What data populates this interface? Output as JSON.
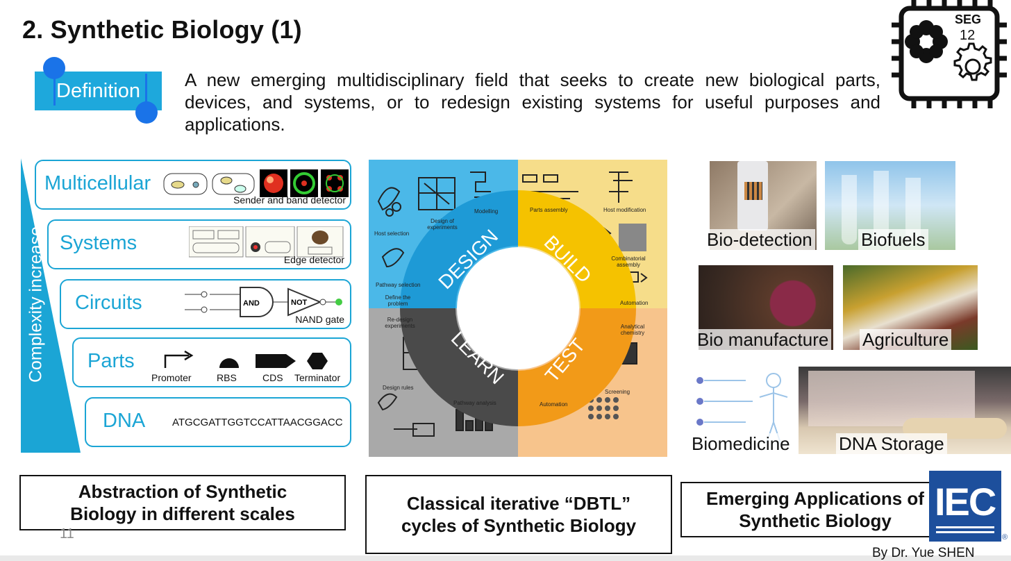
{
  "title": "2. Synthetic Biology (1)",
  "definition": {
    "label": "Definition",
    "text": "A new emerging multidisciplinary field that seeks to create new biological parts, devices, and systems, or to redesign existing systems for useful purposes and applications."
  },
  "badge": {
    "line1": "SEG",
    "line2": "12"
  },
  "scale_panel": {
    "axis_label": "Complexity increase",
    "tiers": [
      {
        "name": "Multicellular",
        "caption": "Sender and band detector"
      },
      {
        "name": "Systems",
        "caption": "Edge detector"
      },
      {
        "name": "Circuits",
        "caption": "NAND gate",
        "gate_and": "AND",
        "gate_not": "NOT"
      },
      {
        "name": "Parts",
        "parts": [
          "Promoter",
          "RBS",
          "CDS",
          "Terminator"
        ]
      },
      {
        "name": "DNA",
        "sequence": "ATGCGATTGGTCCATTAACGGACC"
      }
    ]
  },
  "dbtl": {
    "arcs": [
      "DESIGN",
      "BUILD",
      "TEST",
      "LEARN"
    ],
    "labels": {
      "host_selection": "Host selection",
      "design_of_experiments": "Design of experiments",
      "modelling": "Modelling",
      "pathway_selection": "Pathway selection",
      "define_problem": "Define the problem",
      "parts_assembly": "Parts assembly",
      "host_modification": "Host modification",
      "combinatorial_assembly": "Combinatorial assembly",
      "automation_build": "Automation",
      "analytical_chemistry": "Analytical chemistry",
      "screening": "Screening",
      "automation_test": "Automation",
      "redesign_experiments": "Re-design experiments",
      "design_rules": "Design rules",
      "pathway_analysis": "Pathway analysis"
    }
  },
  "applications": [
    "Bio-detection",
    "Biofuels",
    "Bio manufacture",
    "Agriculture",
    "Biomedicine",
    "DNA Storage"
  ],
  "captions": {
    "left": "Abstraction of Synthetic Biology in different scales",
    "middle": "Classical iterative “DBTL” cycles of Synthetic Biology",
    "right": "Emerging Applications of Synthetic Biology"
  },
  "logo_text": "IEC",
  "page_number": "11",
  "author": "By Dr. Yue SHEN",
  "colors": {
    "accent": "#1ba5d5",
    "design": "#1e9ad6",
    "build": "#f5c200",
    "test": "#f29a18",
    "learn": "#555555",
    "iec_blue": "#1d4f9c"
  }
}
